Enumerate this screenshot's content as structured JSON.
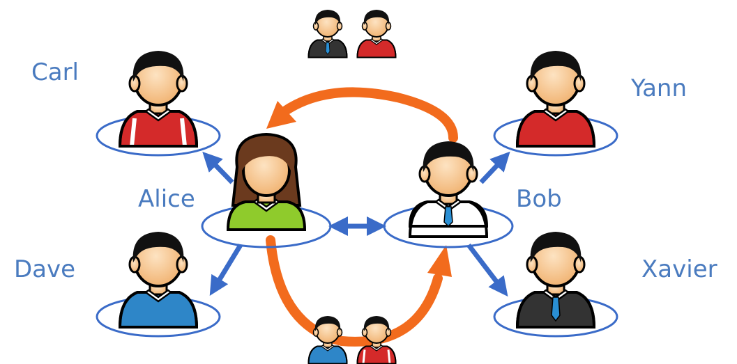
{
  "diagram": {
    "people": {
      "carl": {
        "name": "Carl",
        "shirt": "#d42a2a",
        "collar": "#ffffff",
        "tie": "none"
      },
      "yann": {
        "name": "Yann",
        "shirt": "#d42a2a",
        "collar": "#ffffff",
        "tie": "none"
      },
      "alice": {
        "name": "Alice",
        "shirt": "#8fcb2c",
        "collar": "#ffffff",
        "tie": "none"
      },
      "bob": {
        "name": "Bob",
        "shirt": "#ffffff",
        "collar": "#ffffff",
        "tie": "#2a8fd4"
      },
      "dave": {
        "name": "Dave",
        "shirt": "#2e86c8",
        "collar": "#ffffff",
        "tie": "none"
      },
      "xavier": {
        "name": "Xavier",
        "shirt": "#333333",
        "collar": "#ffffff",
        "tie": "#2a8fd4"
      }
    },
    "colors": {
      "label": "#4a7bbf",
      "ellipse": "#3a6bc8",
      "link_arrow": "#3a6bc8",
      "curved_arrow": "#f26b1d",
      "hair": "#111111",
      "skin": "#f7c48a"
    }
  }
}
